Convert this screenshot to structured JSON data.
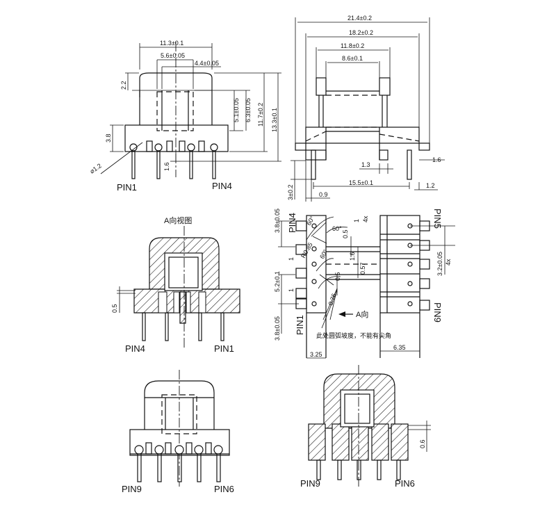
{
  "views": {
    "front": {
      "dims": [
        "11.3±0.1",
        "5.6±0.05",
        "4.4±0.05",
        "2.2",
        "5.1±0.05",
        "6.3±0.05",
        "11.7±0.2",
        "13.3±0.1",
        "3.8",
        "1.6",
        "⌀1.2"
      ],
      "pins": [
        "PIN1",
        "PIN4"
      ]
    },
    "side": {
      "dims": [
        "21.4±0.2",
        "18.2±0.2",
        "11.8±0.2",
        "8.6±0.1",
        "1.6",
        "1.3",
        "15.5±0.1",
        "1.2",
        "3±0.2",
        "0.9"
      ]
    },
    "bottom": {
      "dims": [
        "3.8±0.05",
        "5.2±0.1",
        "3.8±0.05",
        "60°",
        "60°",
        "0.5",
        "1.6",
        "0.57",
        "R0.85",
        "60°",
        "0.5",
        "1",
        "4x",
        "1",
        "1",
        "0.76",
        "3.2±0.05",
        "4x",
        "3.25",
        "6.35"
      ],
      "pins": [
        "PIN4",
        "PIN1",
        "PIN5",
        "PIN9"
      ],
      "arrow_label": "A向",
      "note": "此处圆弧坡度，不能有尖角"
    },
    "section_a": {
      "title": "A向视图",
      "dims": [
        "0.5"
      ],
      "pins": [
        "PIN4",
        "PIN1"
      ]
    },
    "rear": {
      "pins": [
        "PIN9",
        "PIN6"
      ]
    },
    "section_b": {
      "dims": [
        "0.6"
      ],
      "pins": [
        "PIN9",
        "PIN6"
      ]
    }
  }
}
